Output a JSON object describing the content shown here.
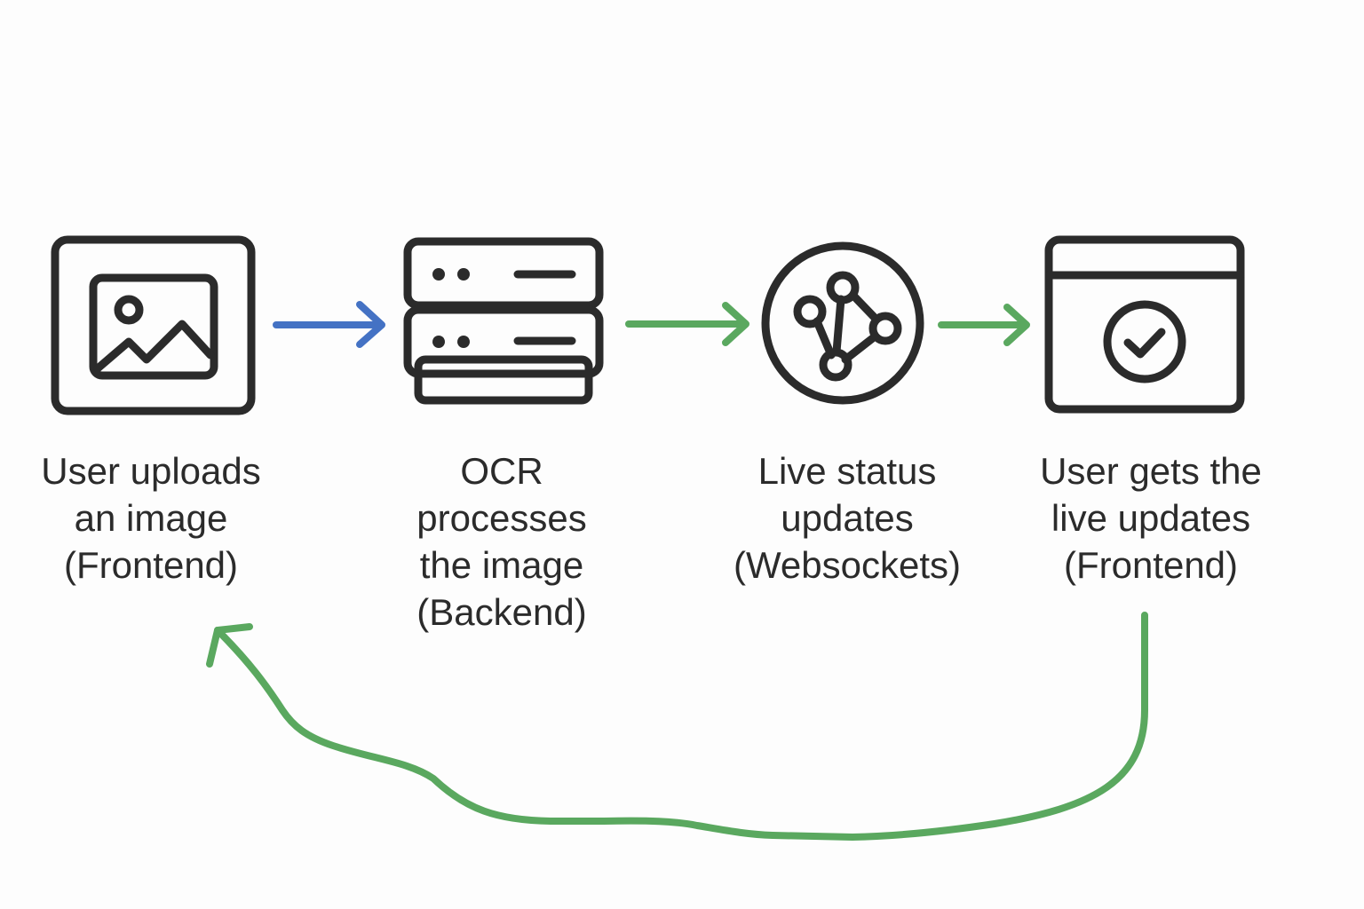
{
  "colors": {
    "icon": "#2b2b2b",
    "arrow_blue": "#4472c4",
    "arrow_green": "#5aa85f",
    "background": "#fdfdfd"
  },
  "steps": [
    {
      "icon": "image-icon",
      "lines": [
        "User uploads",
        "an image",
        "(Frontend)"
      ]
    },
    {
      "icon": "server-icon",
      "lines": [
        "OCR",
        "processes",
        "the image",
        "(Backend)"
      ]
    },
    {
      "icon": "network-icon",
      "lines": [
        "Live status",
        "updates",
        "(Websockets)"
      ]
    },
    {
      "icon": "browser-check-icon",
      "lines": [
        "User gets the",
        "live updates",
        "(Frontend)"
      ]
    }
  ],
  "connectors": [
    {
      "from": 1,
      "to": 2,
      "color": "blue"
    },
    {
      "from": 2,
      "to": 3,
      "color": "green"
    },
    {
      "from": 3,
      "to": 4,
      "color": "green"
    },
    {
      "from": 4,
      "to": 1,
      "color": "green",
      "style": "loop-back"
    }
  ]
}
